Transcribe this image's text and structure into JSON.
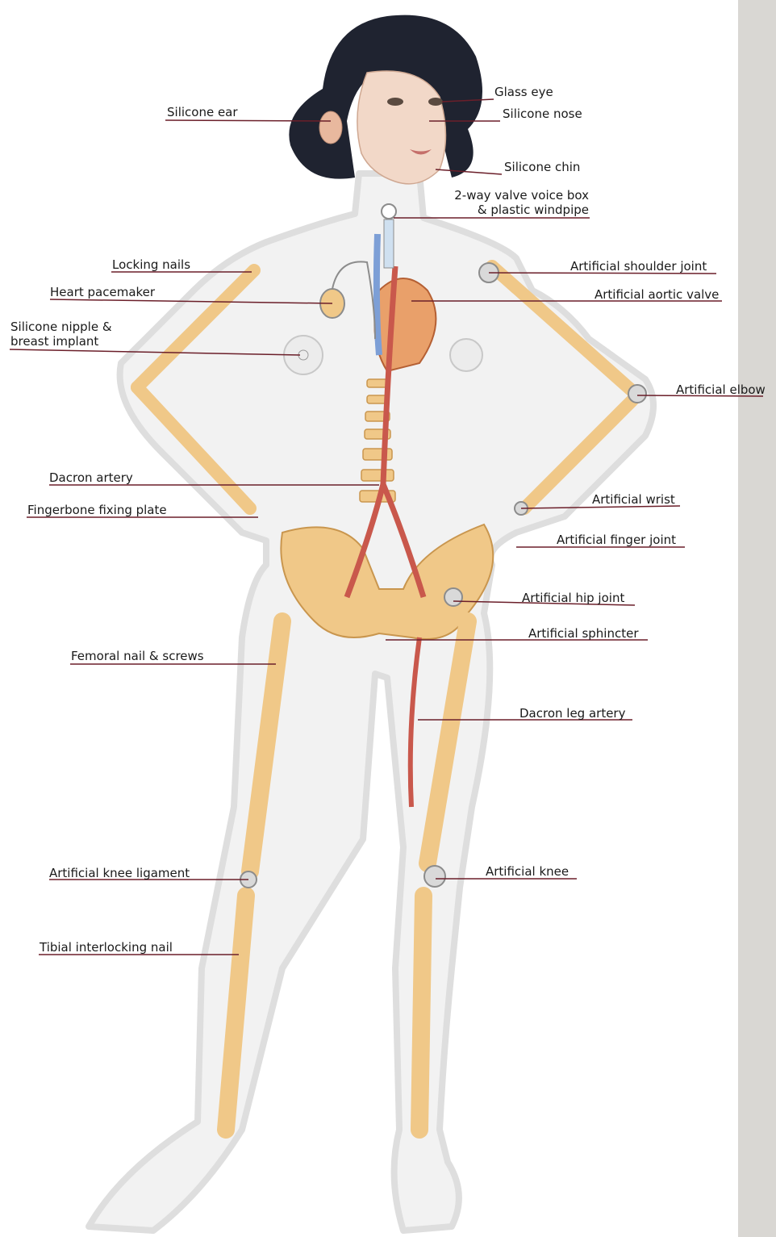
{
  "colors": {
    "background": "#ffffff",
    "side_strip": "#d9d7d3",
    "body_outline": "#e8e8e8",
    "body_fill": "#f2f2f2",
    "bone": "#f0c888",
    "bone_edge": "#c9964e",
    "artery": "#c9584c",
    "vein": "#7d9fd6",
    "hair": "#1f2330",
    "skin": "#f2d8c8",
    "leader_line": "#6b1f2a",
    "implant": "#8c8c8c"
  },
  "labels": {
    "glass_eye": "Glass eye",
    "silicone_ear": "Silicone ear",
    "silicone_nose": "Silicone nose",
    "silicone_chin": "Silicone chin",
    "voice_box_line1": "2-way valve voice box",
    "voice_box_line2": "& plastic windpipe",
    "locking_nails": "Locking nails",
    "heart_pacemaker": "Heart pacemaker",
    "silicone_nipple_line1": "Silicone nipple &",
    "silicone_nipple_line2": "breast implant",
    "artificial_shoulder_joint": "Artificial shoulder joint",
    "artificial_aortic_valve": "Artificial aortic valve",
    "artificial_elbow": "Artificial elbow",
    "dacron_artery": "Dacron artery",
    "fingerbone_fixing_plate": "Fingerbone fixing plate",
    "artificial_wrist": "Artificial wrist",
    "artificial_finger_joint": "Artificial finger joint",
    "artificial_hip_joint": "Artificial hip joint",
    "artificial_sphincter": "Artificial sphincter",
    "femoral_nail_screws": "Femoral nail & screws",
    "dacron_leg_artery": "Dacron leg artery",
    "artificial_knee_ligament": "Artificial knee ligament",
    "artificial_knee": "Artificial knee",
    "tibial_interlocking_nail": "Tibial interlocking nail"
  }
}
